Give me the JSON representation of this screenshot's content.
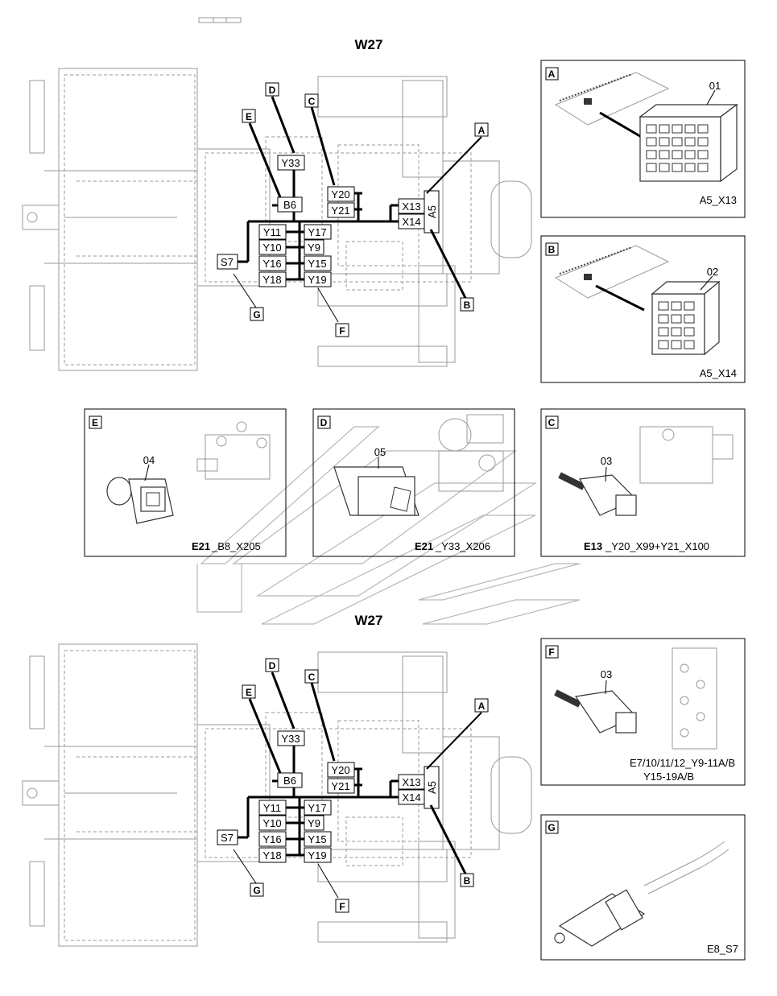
{
  "title_top": "W27",
  "title_bottom": "W27",
  "top_view": {
    "components": [
      "Y33",
      "B6",
      "Y20",
      "Y21",
      "X13",
      "X14",
      "A5",
      "Y11",
      "Y17",
      "Y10",
      "Y9",
      "Y16",
      "Y15",
      "S7",
      "Y18",
      "Y19"
    ],
    "callouts": [
      "D",
      "C",
      "E",
      "A",
      "B",
      "G",
      "F"
    ]
  },
  "bottom_view": {
    "components": [
      "Y33",
      "B6",
      "Y20",
      "Y21",
      "X13",
      "X14",
      "A5",
      "Y11",
      "Y17",
      "Y10",
      "Y9",
      "Y16",
      "Y15",
      "S7",
      "Y18",
      "Y19"
    ],
    "callouts": [
      "D",
      "C",
      "E",
      "A",
      "B",
      "G",
      "F"
    ]
  },
  "details": {
    "A": {
      "tag": "A",
      "part": "01",
      "caption": "A5_X13"
    },
    "B": {
      "tag": "B",
      "part": "02",
      "caption": "A5_X14"
    },
    "E": {
      "tag": "E",
      "part": "04",
      "caption_bold": "E21",
      "caption": "_B8_X205"
    },
    "D": {
      "tag": "D",
      "part": "05",
      "caption_bold": "E21",
      "caption": "_Y33_X206"
    },
    "C": {
      "tag": "C",
      "part": "03",
      "caption_bold": "E13",
      "caption": "_Y20_X99+Y21_X100"
    },
    "F": {
      "tag": "F",
      "part": "03",
      "caption_line1": "E7/10/11/12_Y9-11A/B",
      "caption_line2": "Y15-19A/B"
    },
    "G": {
      "tag": "G",
      "caption": "E8_S7"
    }
  },
  "colors": {
    "line": "#000000",
    "faint": "#9a9a9a",
    "watermark": "#b8b8b8"
  }
}
